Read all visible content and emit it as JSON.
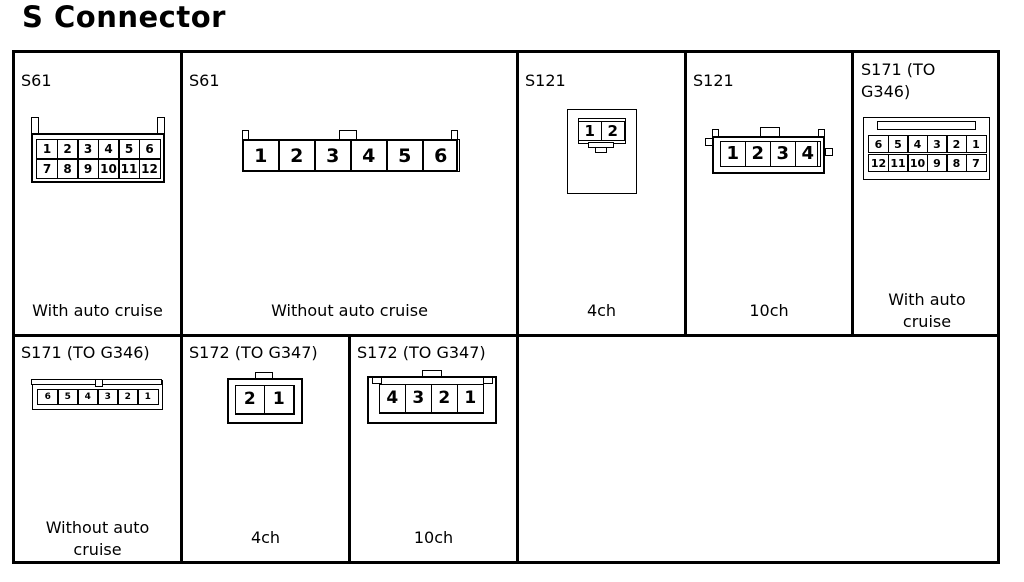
{
  "title": "S Connector",
  "cells": [
    {
      "id": "S61",
      "caption": "With auto cruise",
      "pins_top": [
        "1",
        "2",
        "3",
        "4",
        "5",
        "6"
      ],
      "pins_bottom": [
        "7",
        "8",
        "9",
        "10",
        "11",
        "12"
      ]
    },
    {
      "id": "S61",
      "caption": "Without auto cruise",
      "pins": [
        "1",
        "2",
        "3",
        "4",
        "5",
        "6"
      ]
    },
    {
      "id": "S121",
      "caption": "4ch",
      "pins": [
        "1",
        "2"
      ]
    },
    {
      "id": "S121",
      "caption": "10ch",
      "pins": [
        "1",
        "2",
        "3",
        "4"
      ]
    },
    {
      "id": "S171 (TO G346)",
      "caption": "With auto cruise",
      "pins_top": [
        "6",
        "5",
        "4",
        "3",
        "2",
        "1"
      ],
      "pins_bottom": [
        "12",
        "11",
        "10",
        "9",
        "8",
        "7"
      ]
    },
    {
      "id": "S171 (TO G346)",
      "caption": "Without auto cruise",
      "pins": [
        "6",
        "5",
        "4",
        "3",
        "2",
        "1"
      ]
    },
    {
      "id": "S172 (TO G347)",
      "caption": "4ch",
      "pins": [
        "2",
        "1"
      ]
    },
    {
      "id": "S172 (TO G347)",
      "caption": "10ch",
      "pins": [
        "4",
        "3",
        "2",
        "1"
      ]
    }
  ]
}
